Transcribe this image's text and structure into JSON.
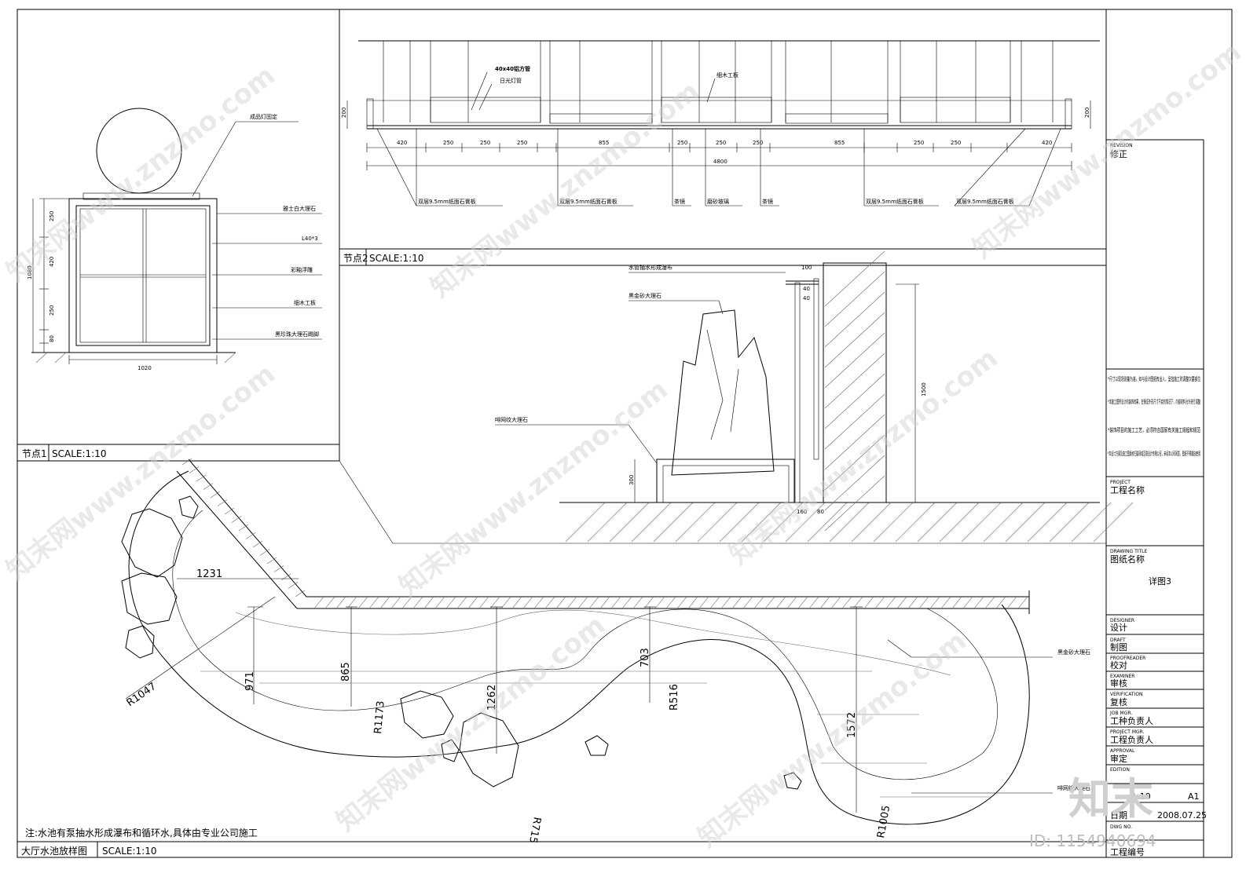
{
  "detail1": {
    "scale_title": "节点1",
    "scale_text": "SCALE:1:10",
    "labels": [
      "成品灯固定",
      "雅士白大理石",
      "L40*3",
      "彩釉浮雕",
      "细木工板",
      "黑珍珠大理石踢脚"
    ],
    "dims_left": [
      "250",
      "420",
      "250",
      "80"
    ],
    "dim_total": "1080",
    "dim_bottom": "1020"
  },
  "detail2": {
    "scale_title": "节点2",
    "scale_text": "SCALE:1:10",
    "top_labels": [
      "40x40铝方管",
      "日光灯管",
      "细木工板"
    ],
    "dims": [
      "420",
      "250",
      "250",
      "250",
      "855",
      "250",
      "250",
      "250",
      "855",
      "250",
      "250",
      "420"
    ],
    "dim_total": "4800",
    "dim_side": "200",
    "bottom_labels": [
      "双层9.5mm纸面石膏板",
      "双层9.5mm纸面石膏板",
      "茶镜",
      "磨砂玻璃",
      "茶镜",
      "双层9.5mm纸面石膏板",
      "双层9.5mm纸面石膏板"
    ]
  },
  "detail3": {
    "labels": [
      "水管抽水形成瀑布",
      "黑金砂大理石",
      "啡网纹大理石"
    ],
    "dims": [
      "100",
      "40",
      "40",
      "1500",
      "300",
      "160",
      "80"
    ]
  },
  "plan": {
    "scale_title": "大厅水池放样图",
    "scale_text": "SCALE:1:10",
    "note": "注:水池有泵抽水形成瀑布和循环水,具体由专业公司施工",
    "dims": [
      "1231",
      "971",
      "865",
      "R1047",
      "R1173",
      "1262",
      "R715",
      "703",
      "R516",
      "1572",
      "R1005"
    ],
    "labels": [
      "黑金砂大理石",
      "啡网纹大理石"
    ]
  },
  "title_block": {
    "revision_en": "REVISION",
    "revision_cn": "修正",
    "notes": [
      "*尺寸以现场测量为准，如与设计图纸有出入，呈批施工时调整次要部位",
      "*本施工图所设计的装饰效果，在保证外形尺寸不变的情况下，内部材料允许进行调整",
      "*装饰项目的施工工艺，必须符合国家有关施工规程和规范",
      "*本设计方案及施工图版权归属同域互联设计有限公司，未经本公司同意，图纸不得擅自使用"
    ],
    "project_en": "PROJECT",
    "project_cn": "工程名称",
    "drawing_title_en": "DRAWING TITLE",
    "drawing_title_cn": "图纸名称",
    "drawing_name": "详图3",
    "rows": [
      {
        "en": "DESIGNER",
        "cn": "设计"
      },
      {
        "en": "DRAFT",
        "cn": "制图"
      },
      {
        "en": "PROOFREADER",
        "cn": "校对"
      },
      {
        "en": "EXAMINER",
        "cn": "审核"
      },
      {
        "en": "VERIFICATION",
        "cn": "复核"
      },
      {
        "en": "JOB MGR.",
        "cn": "工种负责人"
      },
      {
        "en": "PROJECT MGR.",
        "cn": "工程负责人"
      },
      {
        "en": "APPROVAL",
        "cn": "审定"
      },
      {
        "en": "EDITION",
        "cn": ""
      }
    ],
    "scale_value": "1:10",
    "sheet_size": "A1",
    "date_cn": "日期",
    "date_value": "2008.07.25",
    "dwg_no_en": "DWG NO.",
    "project_no_cn": "工程编号"
  },
  "watermark": {
    "text": "知末网www.znzmo.com",
    "logo": "知末",
    "id": "ID: 1154940694"
  }
}
